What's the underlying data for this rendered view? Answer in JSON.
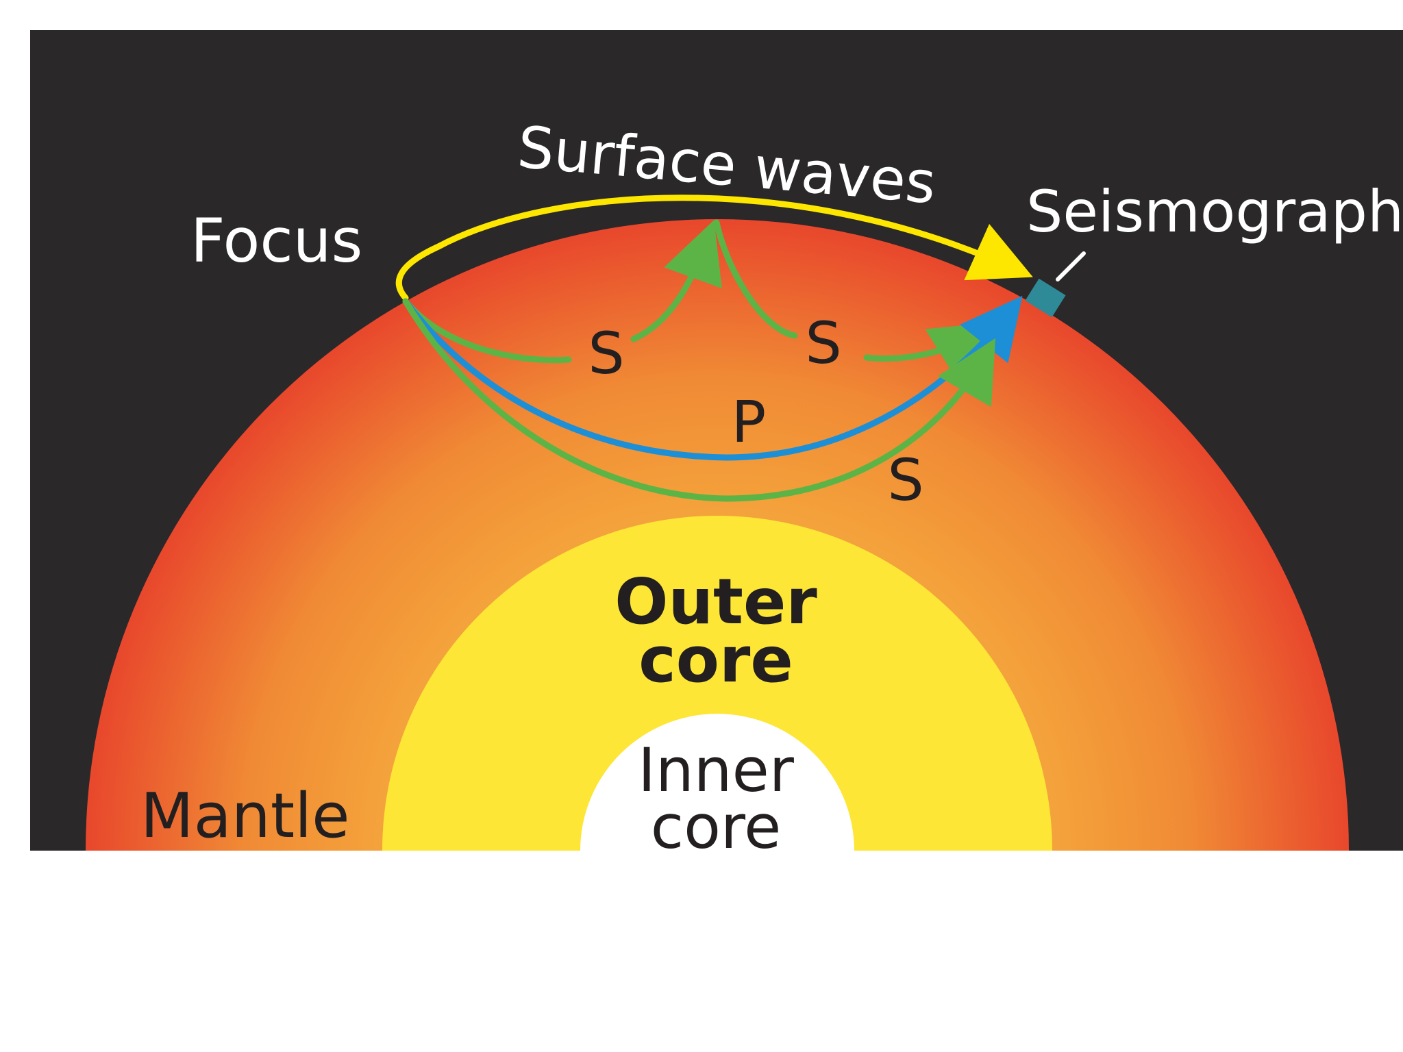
{
  "labels": {
    "surface_waves": "Surface waves",
    "focus": "Focus",
    "seismograph": "Seismograph",
    "s_upper_left": "S",
    "s_upper_right": "S",
    "p": "P",
    "s_lower": "S",
    "outer_core_line1": "Outer",
    "outer_core_line2": "core",
    "inner_core_line1": "Inner",
    "inner_core_line2": "core",
    "mantle": "Mantle"
  },
  "colors": {
    "background": "#2a2829",
    "mantle_inner": "#f6ac3e",
    "mantle_outer": "#e8472c",
    "outer_core": "#fde636",
    "inner_core": "#ffffff",
    "surface_wave": "#fde700",
    "s_wave": "#5db446",
    "p_wave": "#1d8fd6",
    "seismograph": "#2e8a97"
  }
}
